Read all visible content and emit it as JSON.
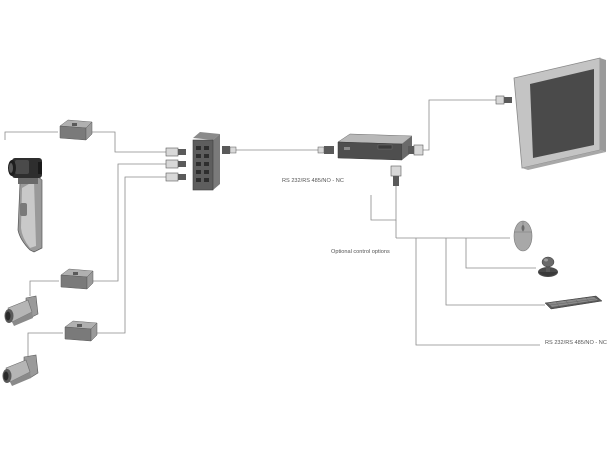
{
  "labels": {
    "serial_main": "RS 232/RS 485/NO - NC",
    "optional_controls": "Optional control options",
    "serial_output": "RS 232/RS 485/NO - NC"
  },
  "device_brand": "",
  "colors": {
    "line": "#8a8a8a",
    "device_dark": "#5a5a5a",
    "device_mid": "#9a9a9a",
    "device_light": "#c9c9c9",
    "screen": "#4a4a4a"
  },
  "icons": {
    "cameras": [
      "box-camera-icon",
      "dome-camera-icon",
      "dome-camera-icon"
    ],
    "encoders": [
      "video-encoder-icon",
      "video-encoder-icon",
      "video-encoder-icon"
    ],
    "switch": "network-switch-icon",
    "decoder": "video-decoder-icon",
    "monitor": "monitor-icon",
    "controls": [
      "mouse-icon",
      "joystick-icon",
      "keyboard-icon"
    ]
  }
}
